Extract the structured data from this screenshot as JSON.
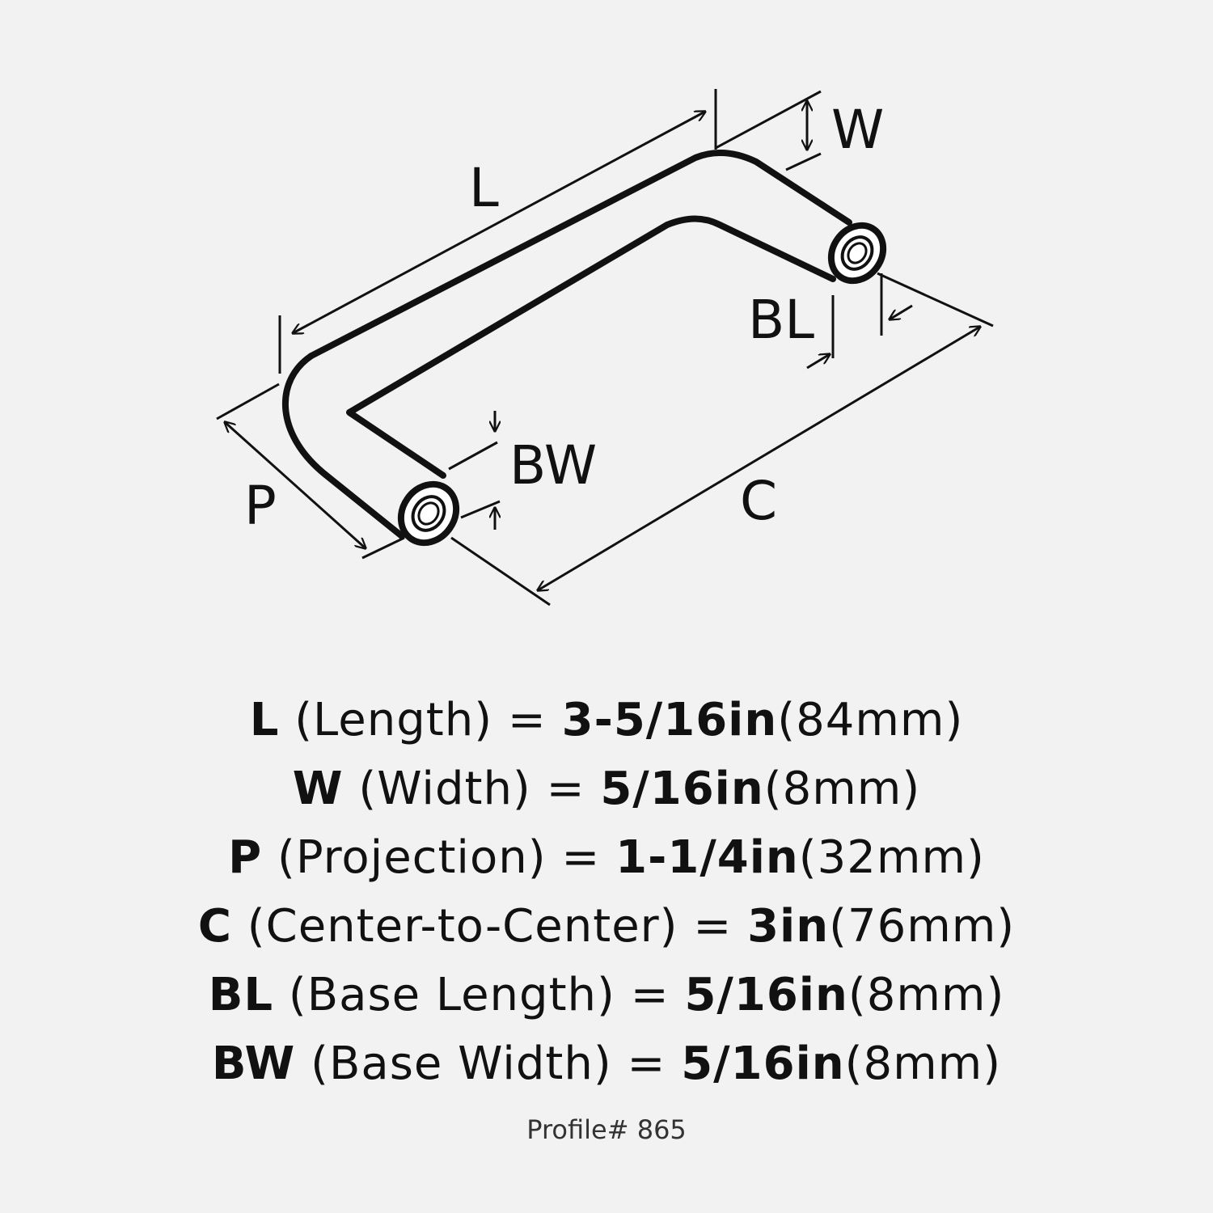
{
  "diagram": {
    "labels": {
      "length": "L",
      "width": "W",
      "base_length": "BL",
      "base_width": "BW",
      "projection": "P",
      "center": "C"
    }
  },
  "specs": [
    {
      "code": "L",
      "name": "(Length)",
      "eq": "=",
      "inch": "3-5/16in",
      "mm": "(84mm)"
    },
    {
      "code": "W",
      "name": "(Width)",
      "eq": "=",
      "inch": "5/16in",
      "mm": "(8mm)"
    },
    {
      "code": "P",
      "name": "(Projection)",
      "eq": "=",
      "inch": "1-1/4in",
      "mm": "(32mm)"
    },
    {
      "code": "C",
      "name": "(Center-to-Center)",
      "eq": "=",
      "inch": "3in",
      "mm": "(76mm)"
    },
    {
      "code": "BL",
      "name": "(Base Length)",
      "eq": "=",
      "inch": "5/16in",
      "mm": "(8mm)"
    },
    {
      "code": "BW",
      "name": "(Base Width)",
      "eq": "=",
      "inch": "5/16in",
      "mm": "(8mm)"
    }
  ],
  "profile": "Profile# 865"
}
